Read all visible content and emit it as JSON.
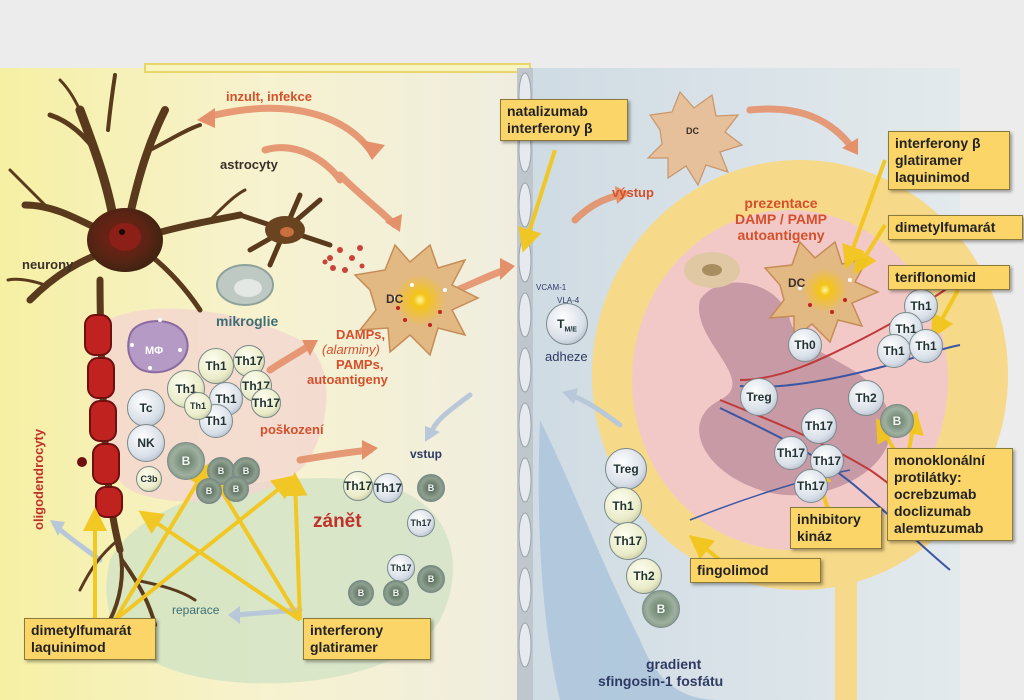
{
  "labels": {
    "insult": "inzult, infekce",
    "astrocytes": "astrocyty",
    "neurons": "neurony",
    "microglia": "mikroglie",
    "oligodendrocytes": "oligodendrocyty",
    "damps": "DAMPs,",
    "alarmins": "(alarminy)",
    "pamps": "PAMPs,",
    "autoantigens": "autoantigeny",
    "damage": "poškození",
    "inflammation": "zánět",
    "repair": "reparace",
    "entry": "vstup",
    "exit": "výstup",
    "adhesion": "adheze",
    "presentation_1": "prezentace",
    "presentation_2": "DAMP / PAMP",
    "presentation_3": "autoantigeny",
    "gradient_1": "gradient",
    "gradient_2": "sfingosin-1 fosfátu",
    "vcam": "VCAM-1",
    "vla": "VLA-4"
  },
  "cells": {
    "dc": "DC",
    "mphi": "MΦ",
    "tc": "Tc",
    "nk": "NK",
    "c3b": "C3b",
    "th1": "Th1",
    "th17": "Th17",
    "th0": "Th0",
    "th2": "Th2",
    "treg": "Treg",
    "b": "B",
    "tme": "T",
    "tme_sub": "M/E"
  },
  "drug_boxes": {
    "natalizumab": [
      "natalizumab",
      "interferony β"
    ],
    "ifn_glat_laq": [
      "interferony β",
      "glatiramer",
      "laquinimod"
    ],
    "dmf_right": [
      "dimetylfumarát"
    ],
    "teriflunomide": [
      "teriflonomid"
    ],
    "monoclonal": [
      "monoklonální",
      "protilátky:",
      "ocrebzumab",
      "doclizumab",
      "alemtuzumab"
    ],
    "kinase": [
      "inhibitory",
      "kináz"
    ],
    "fingolimod": [
      "fingolimod"
    ],
    "dmf_left": [
      "dimetylfumarát",
      "laquinimod"
    ],
    "ifn_glat": [
      "interferony",
      "glatiramer"
    ]
  },
  "colors": {
    "drug_box": "#fbd568",
    "arrow_yellow": "#f2c61c",
    "arrow_orange": "#e4906a",
    "neuron": "#5a3a1c",
    "axon_red": "#c0231f",
    "label_orange": "#d4502a"
  }
}
